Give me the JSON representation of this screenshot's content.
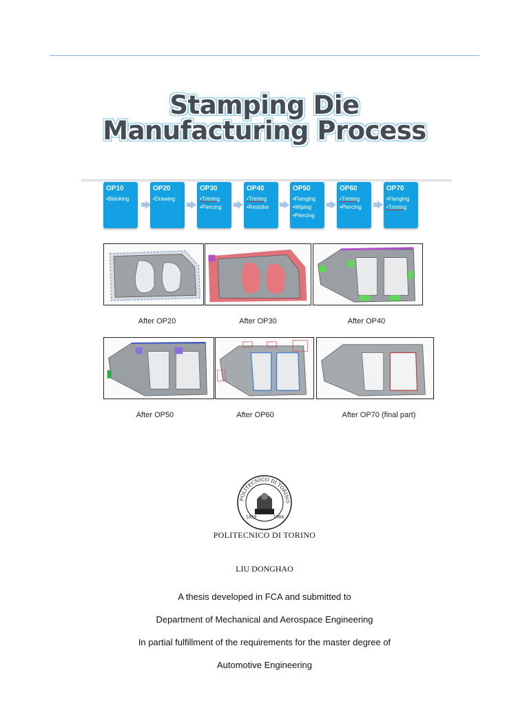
{
  "title": {
    "line1": "Stamping Die",
    "line2": "Manufacturing Process"
  },
  "operations": [
    {
      "code": "OP10",
      "steps": [
        "•Blanking"
      ]
    },
    {
      "code": "OP20",
      "steps": [
        "•Drawing"
      ]
    },
    {
      "code": "OP30",
      "steps": [
        "•Triming",
        "•Piercing"
      ]
    },
    {
      "code": "OP40",
      "steps": [
        "•Triming",
        "•Restrike"
      ]
    },
    {
      "code": "OP50",
      "steps": [
        "•Flanging",
        "•Wiping",
        "•Piercing"
      ]
    },
    {
      "code": "OP60",
      "steps": [
        "•Triming",
        "•Piercing"
      ]
    },
    {
      "code": "OP70",
      "steps": [
        "•Flanging",
        "•Triming"
      ]
    }
  ],
  "captions": {
    "op20": "After OP20",
    "op30": "After OP30",
    "op40": "After OP40",
    "op50": "After OP50",
    "op60": "After OP60",
    "op70": "After OP70 (final part)"
  },
  "institution": "POLITECNICO DI TORINO",
  "seal_text": "POLITECNICO DI TORINO 1859 1906",
  "author": "LIU DONGHAO",
  "statement": {
    "line1": "A thesis developed in FCA and submitted to",
    "line2": "Department of Mechanical and Aerospace Engineering",
    "line3": "In partial fulfillment of the requirements for the master degree of",
    "line4": "Automotive Engineering"
  },
  "colors": {
    "op_box": "#14a1e3",
    "title_outline": "#7ec6e8",
    "rule": "#8db3e2"
  }
}
